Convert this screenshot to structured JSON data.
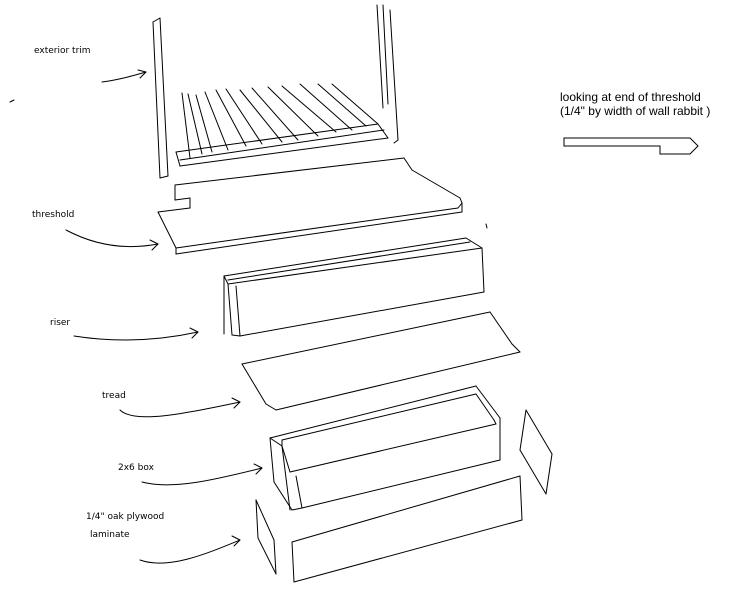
{
  "labels": {
    "exterior_trim": "exterior trim",
    "threshold": "threshold",
    "riser": "riser",
    "tread": "tread",
    "box": "2x6 box",
    "plywood_line1": "1/4\" oak   plywood",
    "plywood_line2": "laminate"
  },
  "note": {
    "line1": "looking at end of threshold",
    "line2": "(1/4\" by width of wall rabbit )"
  },
  "colors": {
    "ink": "#000000",
    "background": "#ffffff"
  }
}
